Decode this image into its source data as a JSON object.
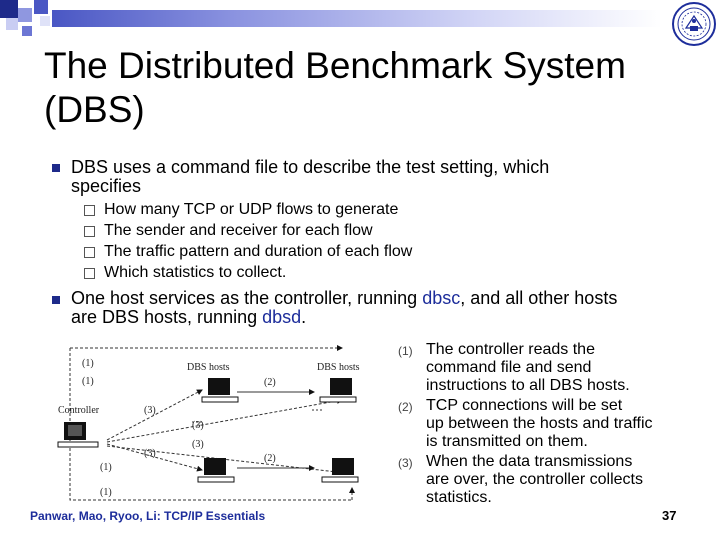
{
  "title_line1": "The Distributed Benchmark System",
  "title_line2": "(DBS)",
  "bullet1": {
    "line1": "DBS uses a command file to describe the test setting, which",
    "line2": "specifies",
    "subitems": [
      "How many TCP or UDP flows to generate",
      "The sender and receiver for each flow",
      "The traffic pattern and duration of each flow",
      "Which statistics to collect."
    ]
  },
  "bullet2": {
    "line1_a": "One host services as the controller, running ",
    "line1_b": "dbsc",
    "line1_c": ", and all other hosts",
    "line2_a": "are DBS hosts, running ",
    "line2_b": "dbsd",
    "line2_c": "."
  },
  "diagram": {
    "label_dbs_hosts_left": "DBS hosts",
    "label_dbs_hosts_right": "DBS hosts",
    "label_controller": "Controller",
    "mark_1": "(1)",
    "mark_2": "(2)",
    "mark_3": "(3)"
  },
  "steps": [
    {
      "num": "(1)",
      "lines": [
        "The controller reads the",
        "command file and send",
        "instructions to all DBS hosts."
      ]
    },
    {
      "num": "(2)",
      "lines": [
        "TCP connections will be set",
        "up between the hosts and traffic",
        "is transmitted on them."
      ]
    },
    {
      "num": "(3)",
      "lines": [
        "When the data transmissions",
        "are over, the controller collects",
        "statistics."
      ]
    }
  ],
  "footer": "Panwar, Mao, Ryoo, Li: TCP/IP Essentials",
  "page_number": "37",
  "colors": {
    "accent": "#1d2d9b",
    "bullet": "#1e2a8a"
  }
}
